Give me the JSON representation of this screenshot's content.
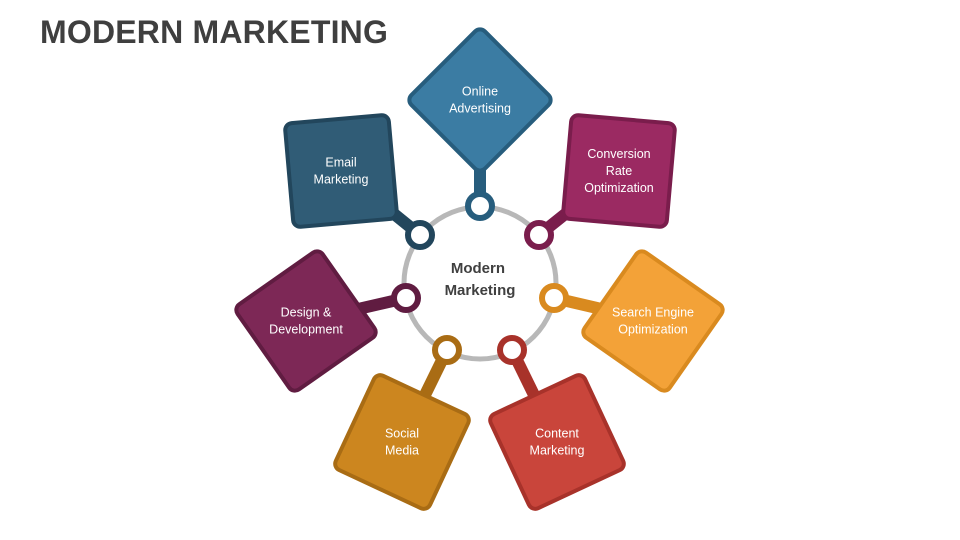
{
  "title": "MODERN MARKETING",
  "center": {
    "lines": [
      "Modern",
      "Marketing"
    ]
  },
  "ring_color": "#b8b8b8",
  "items": [
    {
      "id": "online-advertising",
      "lines": [
        "Online",
        "Advertising"
      ],
      "color": "#3b7ca3",
      "dark": "#275d7d"
    },
    {
      "id": "conversion-rate-optimization",
      "lines": [
        "Conversion",
        "Rate",
        "Optimization"
      ],
      "color": "#9b2a62",
      "dark": "#7a1d4c"
    },
    {
      "id": "search-engine-optimization",
      "lines": [
        "Search Engine",
        "Optimization"
      ],
      "color": "#f3a238",
      "dark": "#d98a1f"
    },
    {
      "id": "content-marketing",
      "lines": [
        "Content",
        "Marketing"
      ],
      "color": "#c9453b",
      "dark": "#a8322a"
    },
    {
      "id": "social-media",
      "lines": [
        "Social",
        "Media"
      ],
      "color": "#cc861f",
      "dark": "#a96c14"
    },
    {
      "id": "design-development",
      "lines": [
        "Design &",
        "Development"
      ],
      "color": "#7d2856",
      "dark": "#601c41"
    },
    {
      "id": "email-marketing",
      "lines": [
        "Email",
        "Marketing"
      ],
      "color": "#305c76",
      "dark": "#22465c"
    }
  ]
}
